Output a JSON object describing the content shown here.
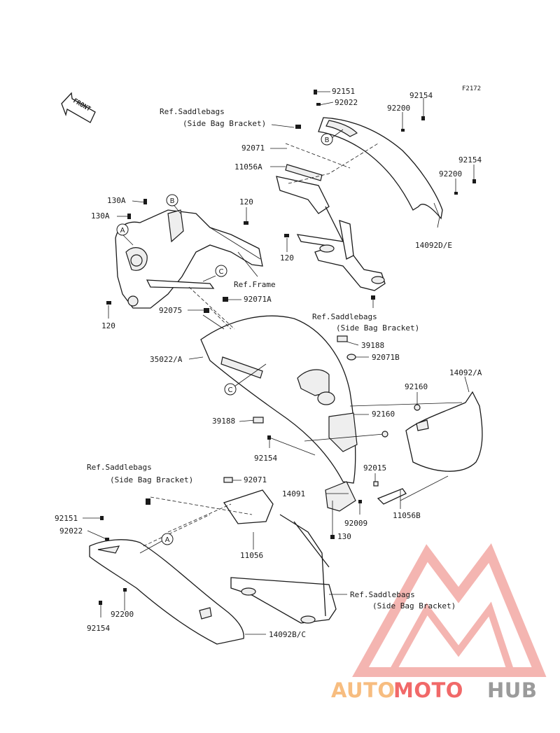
{
  "figure_code": "F2172",
  "front_label": "FRONT",
  "callouts": [
    "A",
    "B",
    "C"
  ],
  "part_labels": {
    "p92151_top": "92151",
    "p92022_top": "92022",
    "p92154_top": "92154",
    "p92200_top": "92200",
    "ref_saddlebags_1": "Ref.Saddlebags",
    "ref_sidebag_1": "(Side Bag Bracket)",
    "p92071_top": "92071",
    "p11056A": "11056A",
    "p92154_right": "92154",
    "p92200_right": "92200",
    "p130A_1": "130A",
    "p130A_2": "130A",
    "p120_top": "120",
    "p120_mid": "120",
    "p14092DE": "14092D/E",
    "ref_frame": "Ref.Frame",
    "p92071A": "92071A",
    "p92075": "92075",
    "p120_left": "120",
    "ref_saddlebags_2": "Ref.Saddlebags",
    "ref_sidebag_2": "(Side Bag Bracket)",
    "p39188_right": "39188",
    "p35022A": "35022/A",
    "p92071B": "92071B",
    "p14092A": "14092/A",
    "p92160_1": "92160",
    "p92160_2": "92160",
    "p39188_left": "39188",
    "p92154_mid": "92154",
    "ref_saddlebags_3": "Ref.Saddlebags",
    "ref_sidebag_3": "(Side Bag Bracket)",
    "p92071_low": "92071",
    "p92015": "92015",
    "p14091": "14091",
    "p92009": "92009",
    "p11056B": "11056B",
    "p92151_low": "92151",
    "p92022_low": "92022",
    "p130": "130",
    "p11056": "11056",
    "ref_saddlebags_4": "Ref.Saddlebags",
    "ref_sidebag_4": "(Side Bag Bracket)",
    "p92200_low": "92200",
    "p92154_low": "92154",
    "p14092BC": "14092B/C"
  },
  "watermark": {
    "part1": "AUTO",
    "part2": "MOTO",
    "part3": "HUB",
    "color_auto": "#f6b26b",
    "color_moto": "#ef4f4f",
    "color_hub": "#8a8a8a"
  }
}
